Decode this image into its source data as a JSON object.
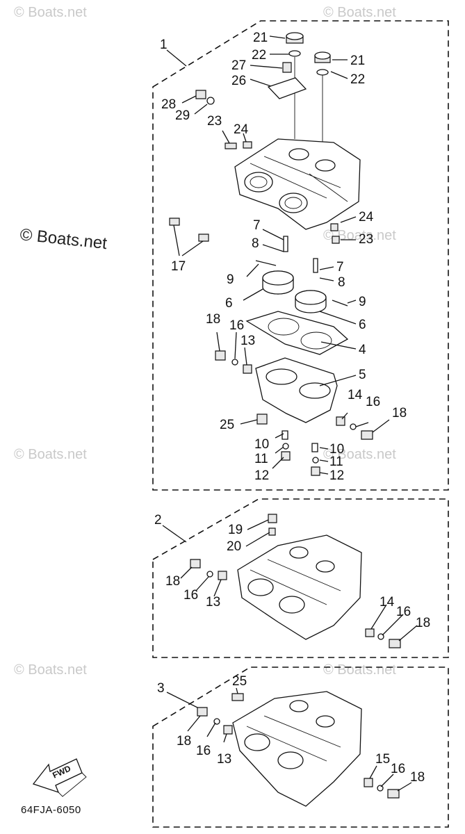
{
  "watermarks": {
    "text": "© Boats.net",
    "side_text": "© Boats.net"
  },
  "footer": {
    "part_code": "64FJA-6050",
    "fwd_label": "FWD"
  },
  "callouts": {
    "c1": "1",
    "c2": "2",
    "c3": "3",
    "c4": "4",
    "c5": "5",
    "c6a": "6",
    "c6b": "6",
    "c7a": "7",
    "c7b": "7",
    "c8a": "8",
    "c8b": "8",
    "c9a": "9",
    "c9b": "9",
    "c10a": "10",
    "c10b": "10",
    "c11a": "11",
    "c11b": "11",
    "c12a": "12",
    "c12b": "12",
    "c13a": "13",
    "c13b": "13",
    "c13c": "13",
    "c14a": "14",
    "c14b": "14",
    "c15": "15",
    "c16a": "16",
    "c16b": "16",
    "c16c": "16",
    "c16d": "16",
    "c16e": "16",
    "c16f": "16",
    "c17": "17",
    "c18a": "18",
    "c18b": "18",
    "c18c": "18",
    "c18d": "18",
    "c18e": "18",
    "c18f": "18",
    "c19": "19",
    "c20": "20",
    "c21a": "21",
    "c21b": "21",
    "c22a": "22",
    "c22b": "22",
    "c23a": "23",
    "c23b": "23",
    "c24a": "24",
    "c24b": "24",
    "c25a": "25",
    "c25b": "25",
    "c26": "26",
    "c27": "27",
    "c28": "28",
    "c29": "29"
  }
}
